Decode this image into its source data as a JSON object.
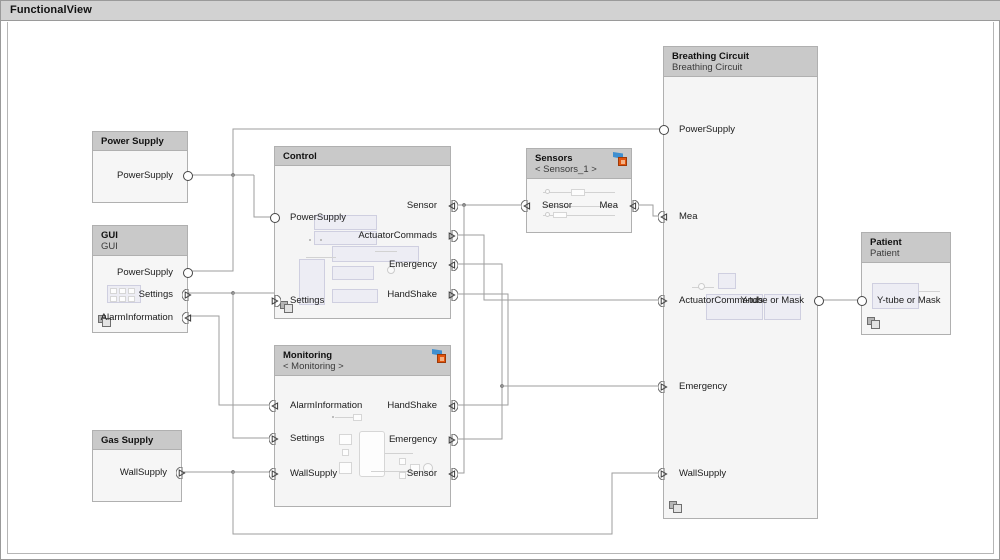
{
  "window": {
    "title": "FunctionalView"
  },
  "diagram": {
    "type": "sysml-internal-block-diagram",
    "blocks": [
      {
        "id": "power-supply",
        "title": "Power Supply",
        "subtitle": "",
        "ports": [
          {
            "name": "PowerSupply",
            "kind": "circle",
            "side": "right"
          }
        ]
      },
      {
        "id": "gui",
        "title": "GUI",
        "subtitle": "GUI",
        "ports": [
          {
            "name": "PowerSupply",
            "kind": "circle",
            "side": "right"
          },
          {
            "name": "Settings",
            "kind": "out",
            "side": "right"
          },
          {
            "name": "AlarmInformation",
            "kind": "in",
            "side": "right"
          }
        ]
      },
      {
        "id": "gas-supply",
        "title": "Gas Supply",
        "subtitle": "",
        "ports": [
          {
            "name": "WallSupply",
            "kind": "out",
            "side": "right"
          }
        ]
      },
      {
        "id": "control",
        "title": "Control",
        "subtitle": "",
        "ports": [
          {
            "name": "PowerSupply",
            "kind": "circle",
            "side": "left"
          },
          {
            "name": "Settings",
            "kind": "out",
            "side": "left"
          },
          {
            "name": "Sensor",
            "kind": "in",
            "side": "right"
          },
          {
            "name": "ActuatorCommads",
            "kind": "out",
            "side": "right"
          },
          {
            "name": "Emergency",
            "kind": "in",
            "side": "right"
          },
          {
            "name": "HandShake",
            "kind": "out",
            "side": "right"
          }
        ]
      },
      {
        "id": "monitoring",
        "title": "Monitoring",
        "subtitle": "< Monitoring >",
        "ports": [
          {
            "name": "AlarmInformation",
            "kind": "in",
            "side": "left"
          },
          {
            "name": "Settings",
            "kind": "out",
            "side": "left"
          },
          {
            "name": "WallSupply",
            "kind": "out",
            "side": "left"
          },
          {
            "name": "HandShake",
            "kind": "in",
            "side": "right"
          },
          {
            "name": "Emergency",
            "kind": "out",
            "side": "right"
          },
          {
            "name": "Sensor",
            "kind": "in",
            "side": "right"
          }
        ]
      },
      {
        "id": "sensors",
        "title": "Sensors",
        "subtitle": "< Sensors_1 >",
        "ports": [
          {
            "name": "Sensor",
            "kind": "in",
            "side": "left"
          },
          {
            "name": "Mea",
            "kind": "in",
            "side": "right"
          }
        ]
      },
      {
        "id": "breathing-circuit",
        "title": "Breathing Circuit",
        "subtitle": "Breathing Circuit",
        "ports": [
          {
            "name": "PowerSupply",
            "kind": "circle",
            "side": "left"
          },
          {
            "name": "Mea",
            "kind": "in",
            "side": "left"
          },
          {
            "name": "ActuatorCommands",
            "kind": "out",
            "side": "left"
          },
          {
            "name": "Emergency",
            "kind": "out",
            "side": "left"
          },
          {
            "name": "WallSupply",
            "kind": "out",
            "side": "left"
          },
          {
            "name": "Y-tube or Mask",
            "kind": "circle",
            "side": "right"
          }
        ]
      },
      {
        "id": "patient",
        "title": "Patient",
        "subtitle": "Patient",
        "ports": [
          {
            "name": "Y-tube or Mask",
            "kind": "circle",
            "side": "left"
          }
        ]
      }
    ],
    "icons": {
      "nested_diagram": "nested-diagram-icon",
      "stereotype_badge": "stereotype-lock-icon"
    },
    "colors": {
      "header": "#c9c9c9",
      "body": "#f6f6f6",
      "border": "#b0b0b0",
      "wire": "#9e9e9e",
      "titlebar": "#d2d2d2",
      "badge_orange": "#e2550f",
      "badge_blue": "#3f8fd0"
    }
  },
  "labels": {
    "power_supply_title": "Power Supply",
    "ps_port": "PowerSupply",
    "gui_title": "GUI",
    "gui_sub": "GUI",
    "gui_p1": "PowerSupply",
    "gui_p2": "Settings",
    "gui_p3": "AlarmInformation",
    "gas_title": "Gas Supply",
    "gas_p1": "WallSupply",
    "control_title": "Control",
    "ctl_p1": "PowerSupply",
    "ctl_p2": "Settings",
    "ctl_p3": "Sensor",
    "ctl_p4": "ActuatorCommads",
    "ctl_p5": "Emergency",
    "ctl_p6": "HandShake",
    "mon_title": "Monitoring",
    "mon_sub": "< Monitoring >",
    "mon_p1": "AlarmInformation",
    "mon_p2": "Settings",
    "mon_p3": "WallSupply",
    "mon_p4": "HandShake",
    "mon_p5": "Emergency",
    "mon_p6": "Sensor",
    "sens_title": "Sensors",
    "sens_sub": "< Sensors_1 >",
    "sens_p1": "Sensor",
    "sens_p2": "Mea",
    "bc_title": "Breathing Circuit",
    "bc_sub": "Breathing Circuit",
    "bc_p1": "PowerSupply",
    "bc_p2": "Mea",
    "bc_p3": "ActuatorCommands",
    "bc_p4": "Emergency",
    "bc_p5": "WallSupply",
    "bc_p6": "Y-tube or Mask",
    "pat_title": "Patient",
    "pat_sub": "Patient",
    "pat_p1": "Y-tube or Mask"
  }
}
